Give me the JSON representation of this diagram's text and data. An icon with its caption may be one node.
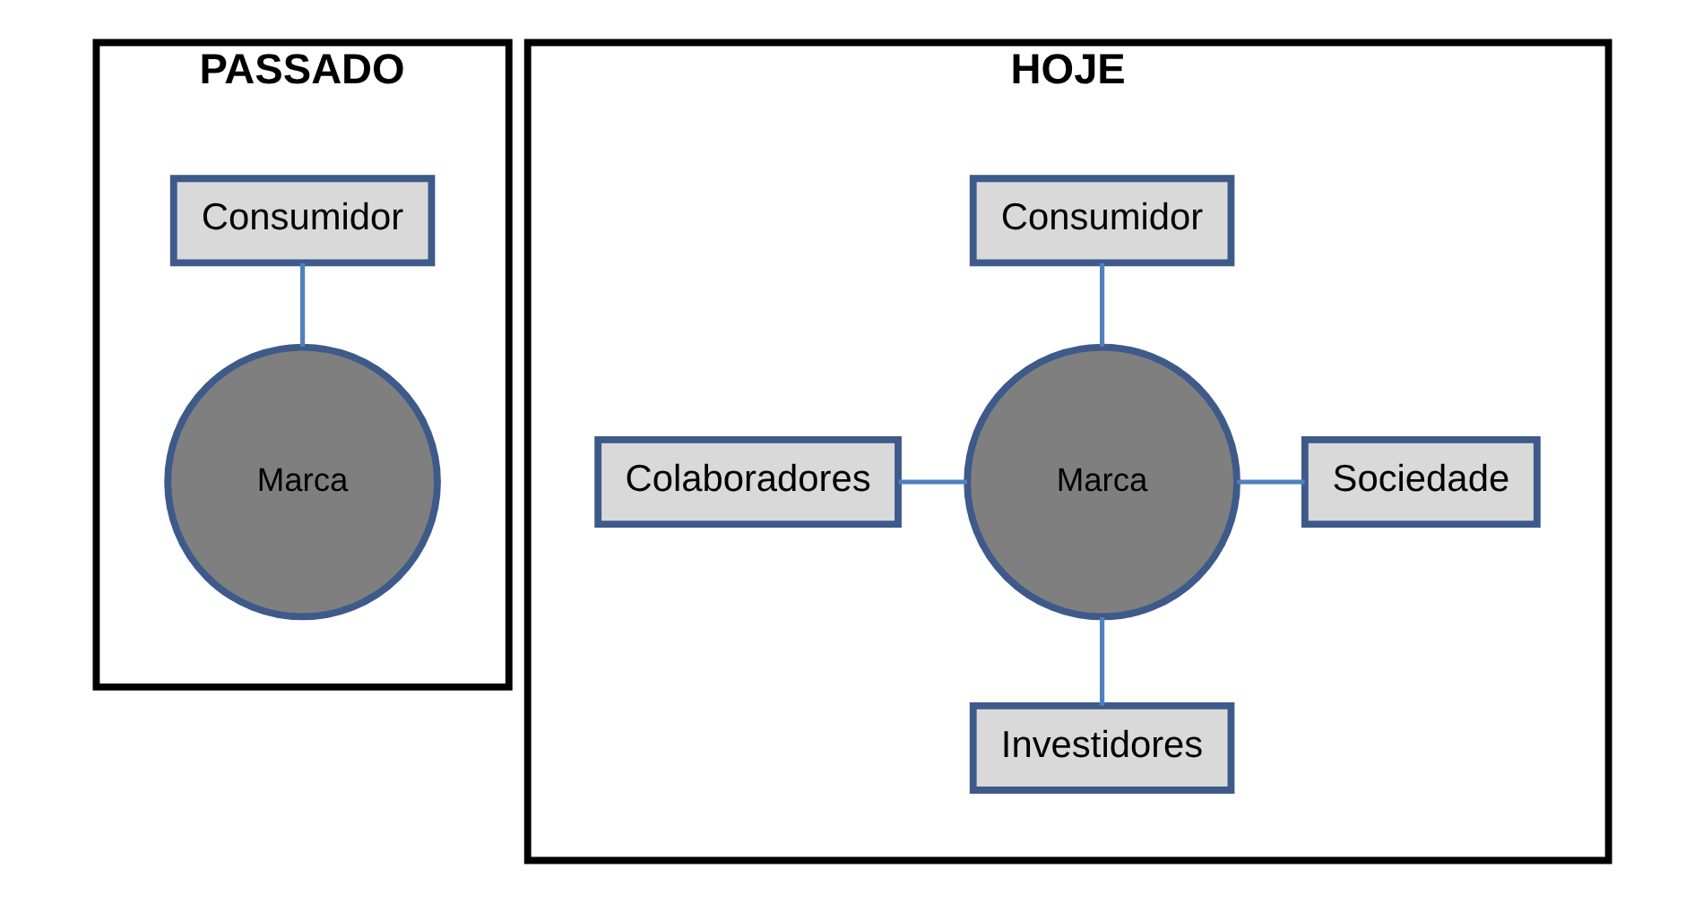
{
  "diagram": {
    "nodes": [
      {
        "text": [
          "PASSADO"
        ]
      },
      {
        "text": [
          "Consumidor"
        ],
        "in": 0
      },
      {
        "text": [
          "Marca"
        ],
        "in": 0
      },
      {
        "text": [
          "HOJE"
        ]
      },
      {
        "text": [
          "Consumidor"
        ],
        "in": 3
      },
      {
        "text": [
          "Colaboradores"
        ],
        "in": 3
      },
      {
        "text": [
          "Marca"
        ],
        "in": 3
      },
      {
        "text": [
          "Sociedade"
        ],
        "in": 3
      },
      {
        "text": [
          "Investidores"
        ],
        "in": 3
      }
    ],
    "edges": [
      {
        "from": 1,
        "to": 2,
        "arrow": "none"
      },
      {
        "from": 4,
        "to": 6,
        "arrow": "none"
      },
      {
        "from": 5,
        "to": 6,
        "arrow": "none"
      },
      {
        "from": 6,
        "to": 7,
        "arrow": "none"
      },
      {
        "from": 6,
        "to": 8,
        "arrow": "none"
      }
    ]
  }
}
